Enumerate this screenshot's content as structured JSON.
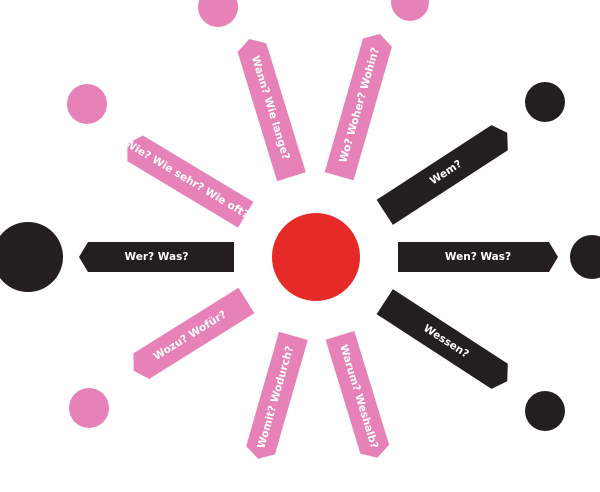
{
  "colors": {
    "center": "#e52a27",
    "pink": "#e782b9",
    "black": "#231f20",
    "label_text": "#ffffff"
  },
  "rays": [
    {
      "id": "wer-was",
      "label": "Wer? Was?",
      "color": "black",
      "has_dot": true
    },
    {
      "id": "wen-was",
      "label": "Wen? Was?",
      "color": "black",
      "has_dot": true
    },
    {
      "id": "wem",
      "label": "Wem?",
      "color": "black",
      "has_dot": true
    },
    {
      "id": "wessen",
      "label": "Wessen?",
      "color": "black",
      "has_dot": true
    },
    {
      "id": "wann-wie-lange",
      "label": "Wann? Wie lange?",
      "color": "pink",
      "has_dot": true
    },
    {
      "id": "wo-woher-wohin",
      "label": "Wo? Woher? Wohin?",
      "color": "pink",
      "has_dot": true
    },
    {
      "id": "wie-wie-sehr-wie-oft",
      "label": "Wie? Wie sehr? Wie oft?",
      "color": "pink",
      "has_dot": true
    },
    {
      "id": "wozu-wofuer",
      "label": "Wozu? Wofür?",
      "color": "pink",
      "has_dot": true
    },
    {
      "id": "womit-wodurch",
      "label": "Womit? Wodurch?",
      "color": "pink",
      "has_dot": false
    },
    {
      "id": "warum-weshalb",
      "label": "Warum? Weshalb?",
      "color": "pink",
      "has_dot": false
    }
  ]
}
